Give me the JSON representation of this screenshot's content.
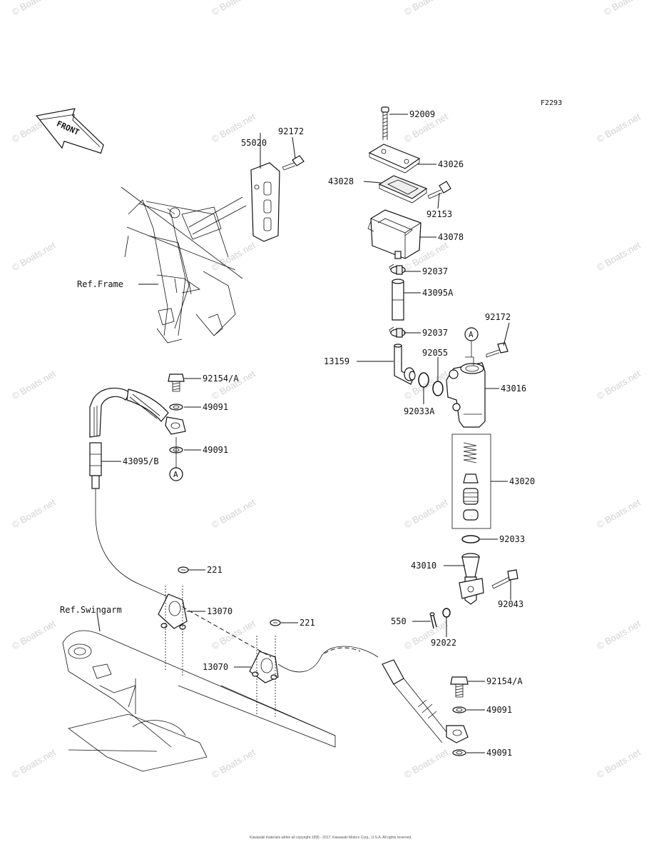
{
  "figure_code": "F2293",
  "watermark": "© Boats.net",
  "front_label": "FRONT",
  "circle_marker": "A",
  "references": {
    "frame": "Ref.Frame",
    "swingarm": "Ref.Swingarm"
  },
  "part_labels": {
    "p92009": "92009",
    "p43026": "43026",
    "p43028": "43028",
    "p92153": "92153",
    "p43078": "43078",
    "p92037_top": "92037",
    "p43095A": "43095A",
    "p92037_bot": "92037",
    "p92172_top": "92172",
    "p92172_right": "92172",
    "p55020": "55020",
    "p92055": "92055",
    "p13159": "13159",
    "p43016": "43016",
    "p92033A": "92033A",
    "p92154A_top": "92154/A",
    "p49091_1": "49091",
    "p49091_2": "49091",
    "p43095B": "43095/B",
    "p43020": "43020",
    "p92033": "92033",
    "p43010": "43010",
    "p92043": "92043",
    "p221_1": "221",
    "p221_2": "221",
    "p13070_1": "13070",
    "p13070_2": "13070",
    "p550": "550",
    "p92022": "92022",
    "p92154A_bot": "92154/A",
    "p49091_3": "49091",
    "p49091_4": "49091"
  },
  "footer": "Kawasaki materials within all copyright 1995 - 2017, Kawasaki Motors Corp., U.S.A. All rights reserved."
}
